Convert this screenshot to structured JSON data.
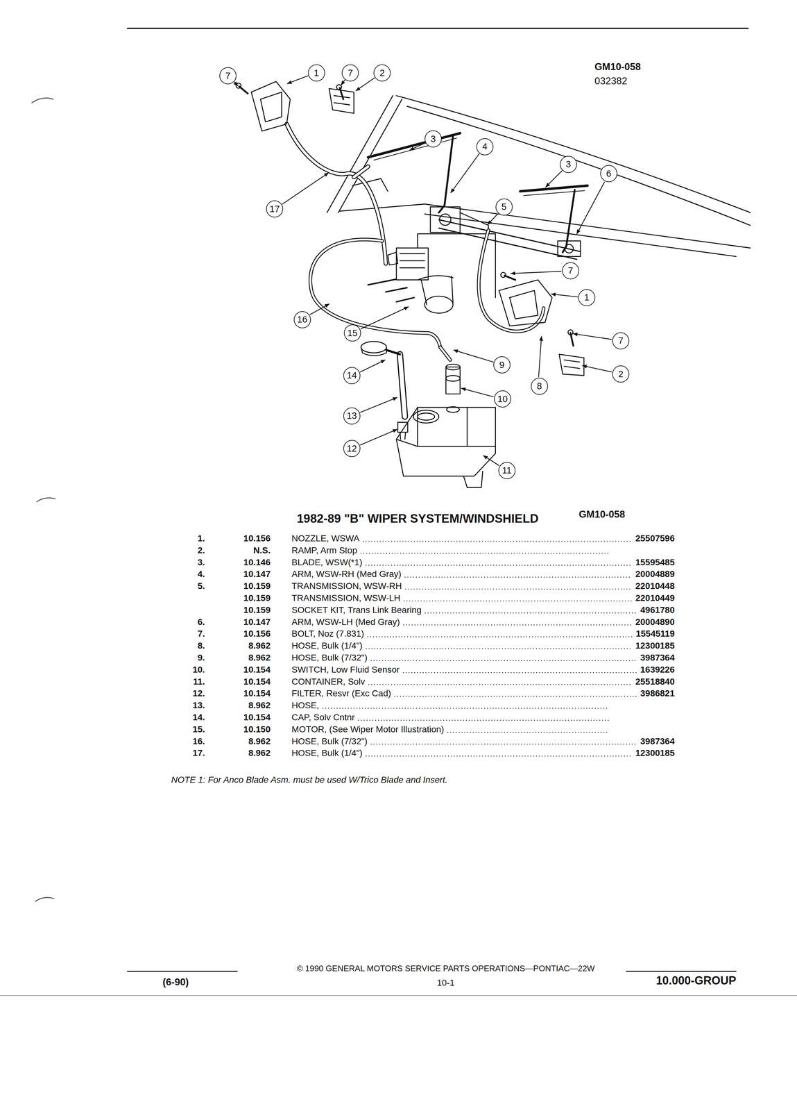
{
  "diagram": {
    "title": "1982-89 \"B\" WIPER SYSTEM/WINDSHIELD",
    "nodes": [
      {
        "text": [
          "7"
        ]
      },
      {
        "text": [
          "1"
        ]
      },
      {
        "text": [
          "7"
        ]
      },
      {
        "text": [
          "2"
        ]
      },
      {
        "text": [
          "3"
        ]
      },
      {
        "text": [
          "4"
        ]
      },
      {
        "text": [
          "3"
        ]
      },
      {
        "text": [
          "6"
        ]
      },
      {
        "text": [
          "17"
        ]
      },
      {
        "text": [
          "5"
        ]
      },
      {
        "text": [
          "7"
        ]
      },
      {
        "text": [
          "1"
        ]
      },
      {
        "text": [
          "16"
        ]
      },
      {
        "text": [
          "15"
        ]
      },
      {
        "text": [
          "7"
        ]
      },
      {
        "text": [
          "9"
        ]
      },
      {
        "text": [
          "2"
        ]
      },
      {
        "text": [
          "14"
        ]
      },
      {
        "text": [
          "8"
        ]
      },
      {
        "text": [
          "10"
        ]
      },
      {
        "text": [
          "13"
        ]
      },
      {
        "text": [
          "12"
        ]
      },
      {
        "text": [
          "11"
        ]
      }
    ],
    "labels": [
      "GM10-058",
      "032382",
      "GM10-058",
      "1.",
      "10.156",
      "NOZZLE, WSWA",
      "25507596",
      "2.",
      "N.S.",
      "RAMP, Arm Stop",
      "3.",
      "10.146",
      "BLADE, WSW(*1)",
      "15595485",
      "4.",
      "10.147",
      "ARM, WSW-RH (Med Gray)",
      "20004889",
      "5.",
      "10.159",
      "TRANSMISSION, WSW-RH",
      "22010448",
      "10.159",
      "TRANSMISSION, WSW-LH",
      "22010449",
      "10.159",
      "SOCKET KIT, Trans Link Bearing",
      "4961780",
      "6.",
      "10.147",
      "ARM, WSW-LH (Med Gray)",
      "20004890",
      "7.",
      "10.156",
      "BOLT, Noz (7.831)",
      "15545119",
      "8.",
      "8.962",
      "HOSE, Bulk (1/4\")",
      "12300185",
      "9.",
      "8.962",
      "HOSE, Bulk (7/32\")",
      "3987364",
      "10.",
      "10.154",
      "SWITCH, Low Fluid Sensor",
      "1639226",
      "11.",
      "10.154",
      "CONTAINER, Solv",
      "25518840",
      "12.",
      "10.154",
      "FILTER, Resvr (Exc Cad)",
      "3986821",
      "13.",
      "8.962",
      "HOSE,",
      "14.",
      "10.154",
      "CAP, Solv Cntnr",
      "15.",
      "10.150",
      "MOTOR, (See Wiper Motor Illustration)",
      "16.",
      "8.962",
      "HOSE, Bulk (7/32\")",
      "3987364",
      "17.",
      "8.962",
      "HOSE, Bulk (1/4\")",
      "12300185",
      "NOTE 1: For Anco Blade Asm. must be used W/Trico Blade and Insert.",
      "(6-90)",
      "© 1990 GENERAL MOTORS SERVICE PARTS OPERATIONS—PONTIAC—22W",
      "10-1",
      "10.000-GROUP"
    ]
  }
}
